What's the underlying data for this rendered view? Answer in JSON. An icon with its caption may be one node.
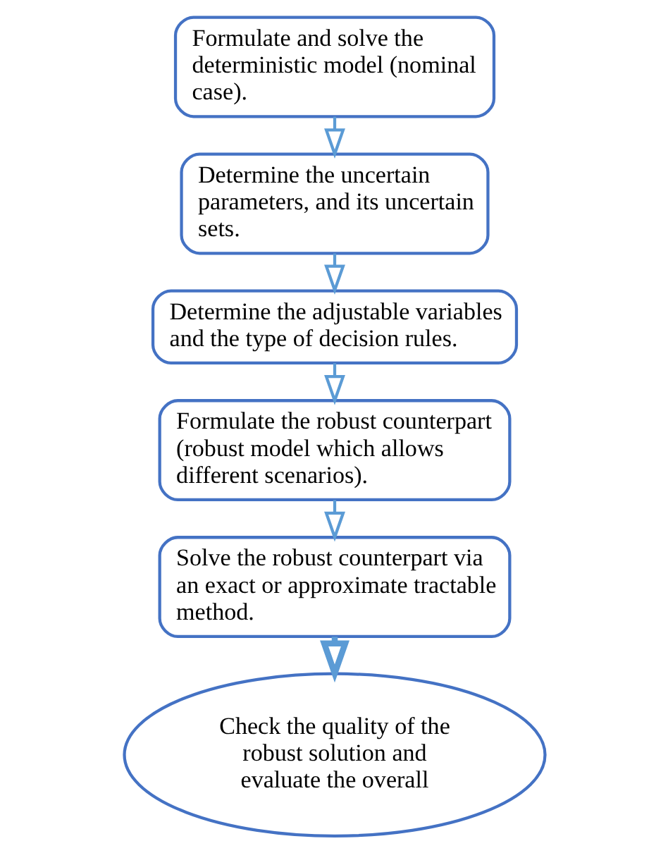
{
  "diagram": {
    "nodes": [
      {
        "text": [
          "Formulate and solve the deterministic model (nominal case)."
        ]
      },
      {
        "text": [
          "Determine the uncertain parameters, and its uncertain sets."
        ]
      },
      {
        "text": [
          "Determine the adjustable variables and the type of decision rules."
        ]
      },
      {
        "text": [
          "Formulate the robust counterpart (robust model which allows different scenarios)."
        ]
      },
      {
        "text": [
          "Solve the robust counterpart via an exact or approximate tractable method."
        ]
      },
      {
        "text": [
          "Check the quality of the robust solution and evaluate the overall"
        ]
      }
    ],
    "edges": [
      {
        "from": 0,
        "to": 1,
        "arrow": "to"
      },
      {
        "from": 1,
        "to": 2,
        "arrow": "to"
      },
      {
        "from": 2,
        "to": 3,
        "arrow": "to"
      },
      {
        "from": 3,
        "to": 4,
        "arrow": "to"
      },
      {
        "from": 4,
        "to": 5,
        "arrow": "to",
        "style": "thick"
      }
    ]
  }
}
